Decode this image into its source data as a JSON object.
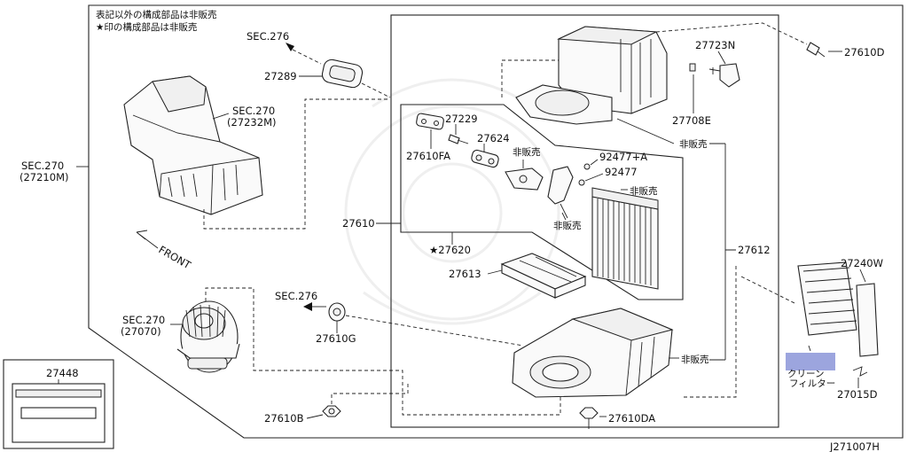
{
  "header": {
    "note_line1": "表記以外の構成部品は非販売",
    "note_line2": "★印の構成部品は非販売"
  },
  "labels": {
    "sec276_top": "SEC.276",
    "p27289": "27289",
    "sec270_duct": "SEC.270",
    "p27232m": "(27232M)",
    "sec270_left": "SEC.270",
    "p27210m": "(27210M)",
    "front": "FRONT",
    "sec276_mid": "SEC.276",
    "sec270_blower": "SEC.270",
    "p27070": "(27070)",
    "p27610g": "27610G",
    "p27610b": "27610B",
    "p27448": "27448",
    "p27229": "27229",
    "p27610fa": "27610FA",
    "p27624": "27624",
    "hihanbai_1": "非販売",
    "p92477a": "92477+A",
    "p92477": "92477",
    "hihanbai_2": "非販売",
    "hihanbai_3": "非販売",
    "p27620": "★27620",
    "p27610": "27610",
    "p27613": "27613",
    "p27723n": "27723N",
    "p27708e": "27708E",
    "hihanbai_4": "非販売",
    "p27610d": "27610D",
    "p27612": "27612",
    "hihanbai_5": "非販売",
    "p27240w": "27240W",
    "filter_line1": "クリーン",
    "filter_line2": "フィルター",
    "p27015d": "27015D",
    "p27610da": "27610DA",
    "diagram_code": "J271007H"
  }
}
